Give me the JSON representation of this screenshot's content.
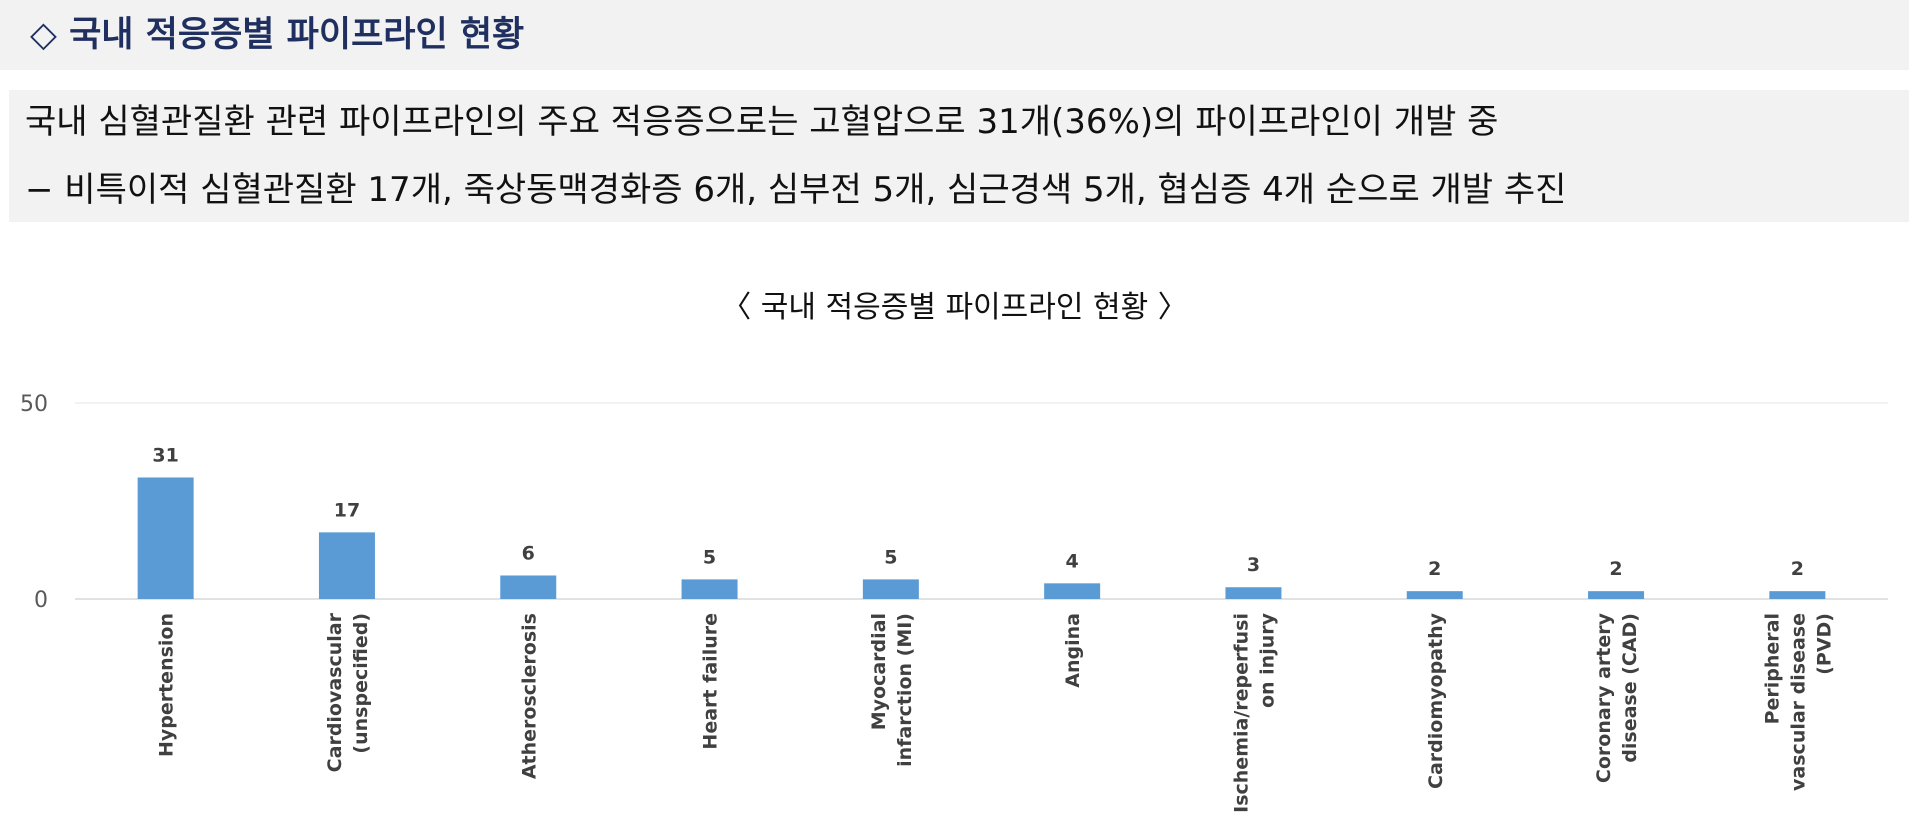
{
  "header": {
    "title": "◇ 국내 적응증별 파이프라인 현황"
  },
  "summary": {
    "line1": "국내 심혈관질환 관련 파이프라인의 주요 적응증으로는 고혈압으로 31개(36%)의 파이프라인이 개발 중",
    "line2": "− 비특이적 심혈관질환 17개, 죽상동맥경화증 6개, 심부전 5개, 심근경색 5개, 협심증 4개 순으로 개발 추진"
  },
  "chart_data": {
    "type": "bar",
    "title": "〈 국내 적응증별 파이프라인 현황 〉",
    "xlabel": "",
    "ylabel": "",
    "ylim": [
      0,
      50
    ],
    "yticks": [
      0,
      50
    ],
    "grid": true,
    "legend": "none",
    "bar_color": "#5b9bd5",
    "categories": [
      [
        "Hypertension"
      ],
      [
        "Cardiovascular",
        "(unspecified)"
      ],
      [
        "Atherosclerosis"
      ],
      [
        "Heart failure"
      ],
      [
        "Myocardial",
        "infarction (MI)"
      ],
      [
        "Angina"
      ],
      [
        "Ischemia/reperfusi",
        "on injury"
      ],
      [
        "Cardiomyopathy"
      ],
      [
        "Coronary artery",
        "disease (CAD)"
      ],
      [
        "Peripheral",
        "vascular disease",
        "(PVD)"
      ]
    ],
    "values": [
      31,
      17,
      6,
      5,
      5,
      4,
      3,
      2,
      2,
      2
    ]
  }
}
